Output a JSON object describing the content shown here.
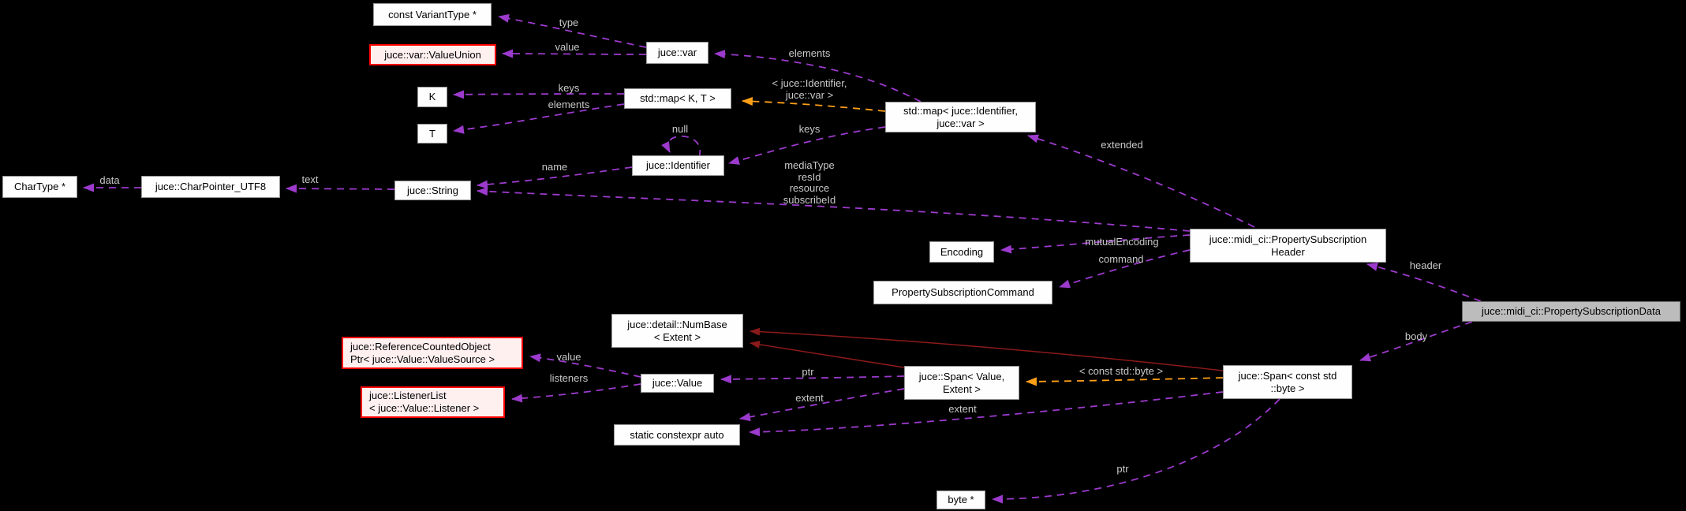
{
  "diagram": {
    "main_class": "juce::midi_ci::PropertySubscriptionData",
    "colors": {
      "background": "#000000",
      "node_fill": "#fefefe",
      "node_border": "#969696",
      "main_node_fill": "#bcbcbc",
      "truncated_node_border": "#ff0000",
      "truncated_node_fill": "#fff0f0",
      "member_edge": "#9c3acd",
      "template_edge": "#ffa016",
      "inheritance_edge": "#8b1a1a",
      "edge_label": "#c9c9c9"
    }
  },
  "nodes": {
    "variant_type": {
      "label": "const VariantType *"
    },
    "value_union": {
      "label": "juce::var::ValueUnion"
    },
    "var": {
      "label": "juce::var"
    },
    "k": {
      "label": "K"
    },
    "map_kt": {
      "label": "std::map< K, T >"
    },
    "t": {
      "label": "T"
    },
    "identifier": {
      "label": "juce::Identifier"
    },
    "string": {
      "label": "juce::String"
    },
    "chartype": {
      "label": "CharType *"
    },
    "charpointer": {
      "label": "juce::CharPointer_UTF8"
    },
    "map_id_var": {
      "label": "std::map< juce::Identifier,\njuce::var >"
    },
    "encoding": {
      "label": "Encoding"
    },
    "prop_sub_command": {
      "label": "PropertySubscriptionCommand"
    },
    "prop_sub_header": {
      "label": "juce::midi_ci::PropertySubscription\nHeader"
    },
    "prop_sub_data": {
      "label": "juce::midi_ci::PropertySubscriptionData"
    },
    "numbase": {
      "label": "juce::detail::NumBase\n< Extent >"
    },
    "ref_counted": {
      "label": "juce::ReferenceCountedObject\nPtr< juce::Value::ValueSource >"
    },
    "value": {
      "label": "juce::Value"
    },
    "listener_list": {
      "label": "juce::ListenerList\n< juce::Value::Listener >"
    },
    "span_value": {
      "label": "juce::Span< Value,\nExtent >"
    },
    "span_byte": {
      "label": "juce::Span< const std\n::byte >"
    },
    "static_auto": {
      "label": "static constexpr auto"
    },
    "byte_ptr": {
      "label": "byte *"
    }
  },
  "edge_labels": {
    "type": "type",
    "value": "value",
    "elements_var": "elements",
    "keys_k": "keys",
    "elements_t": "elements",
    "template_map": "< juce::Identifier,\njuce::var >",
    "keys_id": "keys",
    "null_loop": "null",
    "name": "name",
    "text": "text",
    "data": "data",
    "header_fields": "mediaType\nresId\nresource\nsubscribeId",
    "extended": "extended",
    "mutual_encoding": "mutualEncoding",
    "command": "command",
    "header": "header",
    "body": "body",
    "ptr_value": "ptr",
    "extent_value": "extent",
    "template_span": "< const std::byte >",
    "extent_byte": "extent",
    "ptr_byte": "ptr",
    "value_source": "value",
    "listeners": "listeners"
  }
}
